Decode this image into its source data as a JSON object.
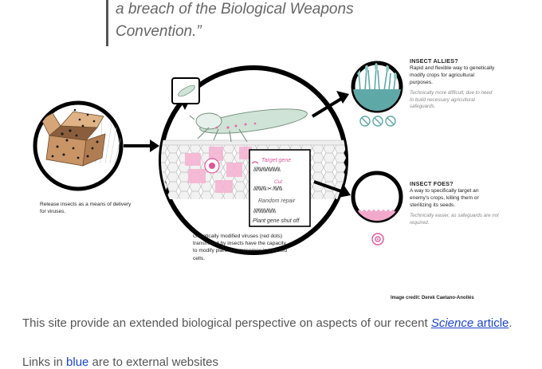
{
  "quote": {
    "line1": "a breach of the Biological Weapons",
    "line2": "Convention.”"
  },
  "figure": {
    "release_caption": "Release insects as a means of delivery for viruses.",
    "gm_caption": "Genetically modified viruses (red dots) transmitted by insects have the capacity to modify plant chromosomes in infected cells.",
    "inset": {
      "target_gene": "Target gene",
      "cut": "Cut",
      "random_repair": "Random repair",
      "shut_off": "Plant gene shut off"
    },
    "allies": {
      "title": "INSECT ALLIES?",
      "text": "Rapid and flexible way to genetically modify crops for agricultural purposes.",
      "note": "Technically more difficult, due to need to build necessary agricultural safeguards."
    },
    "foes": {
      "title": "INSECT FOES?",
      "text": "A way to specifically target an enemy's crops, killing them or sterilizing its seeds.",
      "note": "Technically easier, as safeguards are not required."
    },
    "credit": "Image credit: Derek Caetano-Anollés"
  },
  "body": {
    "text_before": "This site provide an extended biological perspective on aspects of our recent ",
    "link_label": "Science",
    "link_rest": " article",
    "text_after": ".",
    "partial_start": "Links in ",
    "partial_blue": "blue",
    "partial_end": " are to external websites"
  },
  "colors": {
    "accent_pink": "#e0559b",
    "teal": "#5fa8a8",
    "link_blue": "#1a44cc"
  },
  "icons": [
    "box-of-insects-icon",
    "leafhopper-icon",
    "crop-field-icon",
    "no-symbol-icon",
    "biohazard-icon"
  ]
}
